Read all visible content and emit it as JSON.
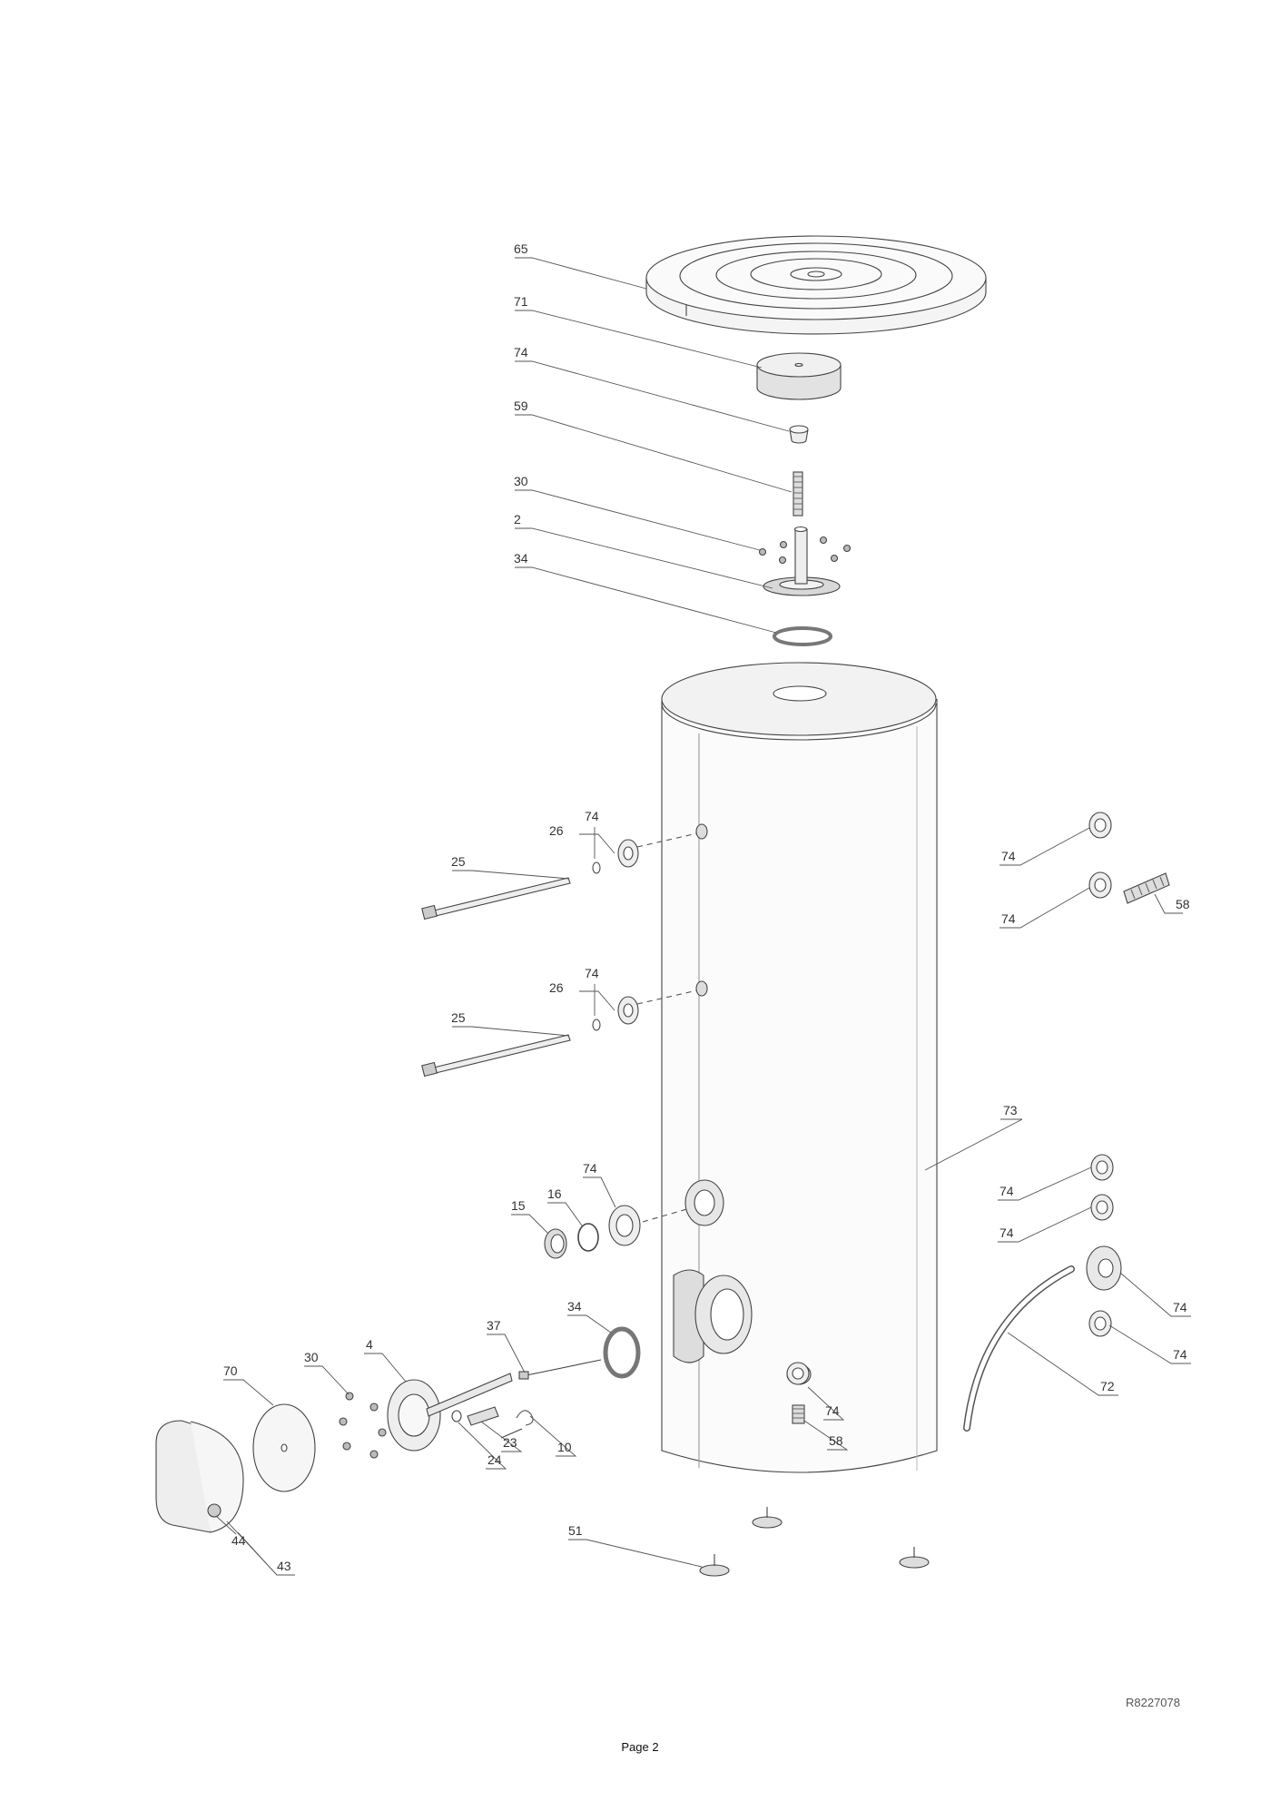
{
  "labels": {
    "p65": "65",
    "p71": "71",
    "p74_top": "74",
    "p59": "59",
    "p30_top": "30",
    "p2": "2",
    "p34_top": "34",
    "p26_a": "26",
    "p74_a": "74",
    "p25_a": "25",
    "p26_b": "26",
    "p74_b": "74",
    "p25_b": "25",
    "p74_r1": "74",
    "p74_r2": "74",
    "p58_r": "58",
    "p73": "73",
    "p15": "15",
    "p16": "16",
    "p74_c": "74",
    "p74_r3": "74",
    "p74_r4": "74",
    "p74_r5": "74",
    "p74_r6": "74",
    "p72": "72",
    "p34_b": "34",
    "p37": "37",
    "p30_b": "30",
    "p4": "4",
    "p70": "70",
    "p23": "23",
    "p10": "10",
    "p24": "24",
    "p74_d": "74",
    "p58_d": "58",
    "p44": "44",
    "p43": "43",
    "p51": "51"
  },
  "drawing_ref": "R8227078",
  "page": "Page 2"
}
